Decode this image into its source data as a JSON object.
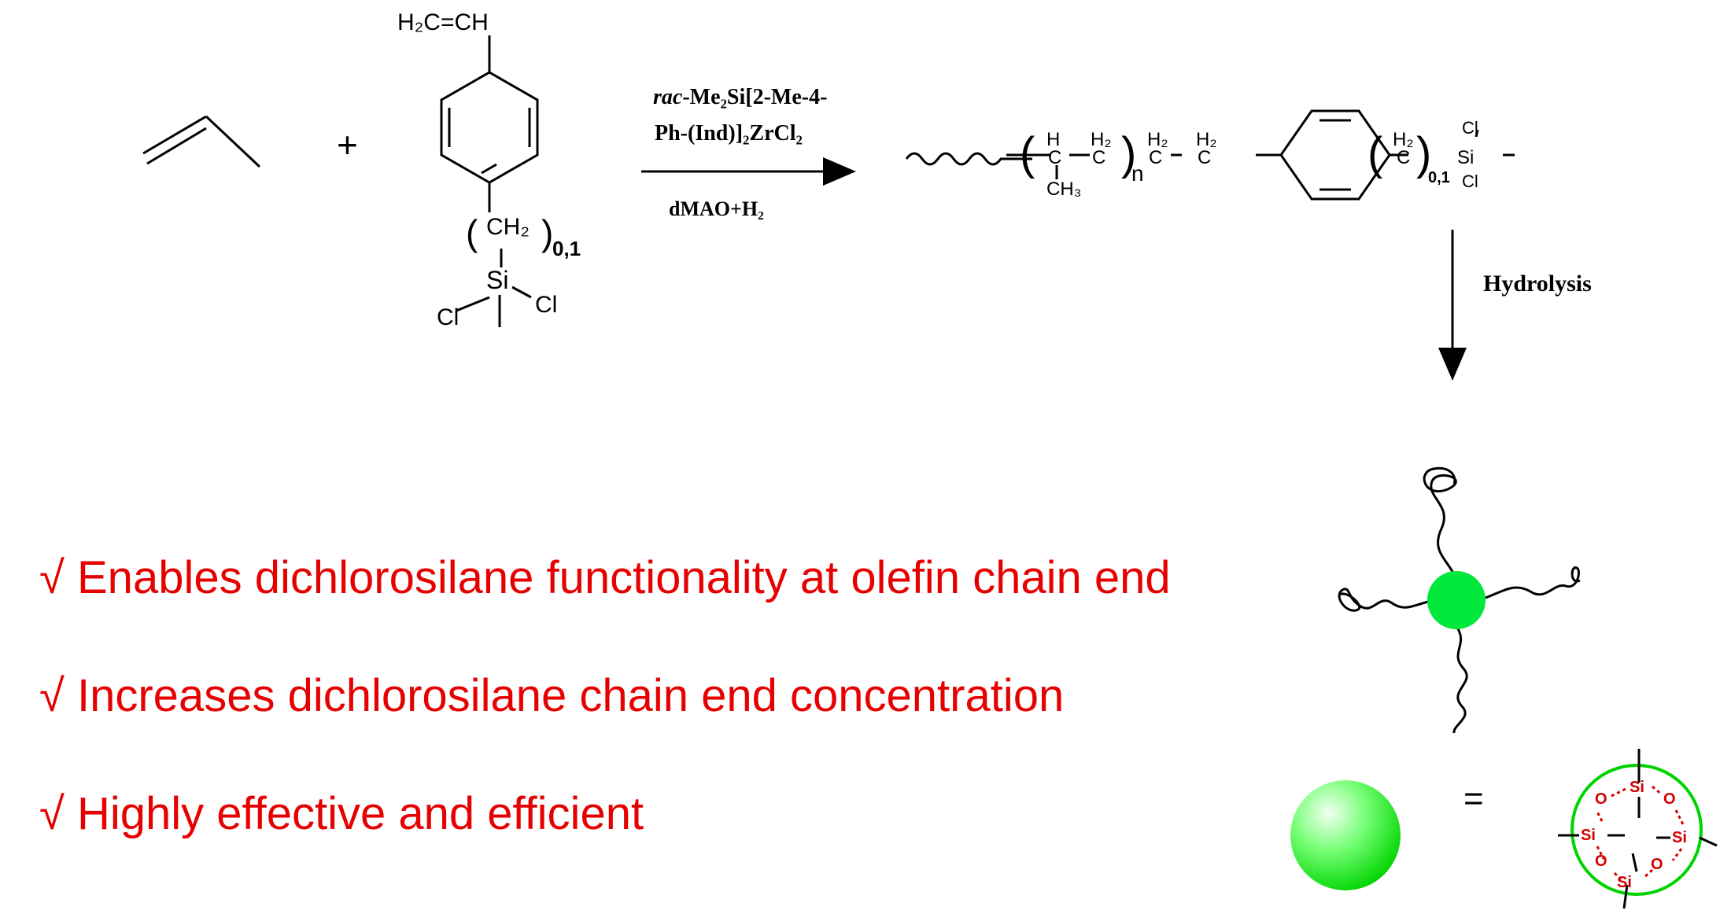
{
  "reactants": {
    "vinyl_top": "H₂C=CH",
    "ch2": "CH₂",
    "subscript": "0,1",
    "si": "Si",
    "cl": "Cl",
    "plus": "+"
  },
  "conditions": {
    "line1_italic": "rac",
    "line1_rest": "-Me₂Si[2-Me-4-",
    "line2": "Ph-(Ind)]₂ZrCl₂",
    "below": "dMAO+H₂"
  },
  "product": {
    "h": "H",
    "h2": "H₂",
    "c": "C",
    "ch3": "CH₃",
    "n": "n",
    "subscript": "0,1",
    "si": "Si",
    "cl": "Cl"
  },
  "hydrolysis_label": "Hydrolysis",
  "equals": "=",
  "siloxane": {
    "si": "Si",
    "o": "O"
  },
  "colors": {
    "bullet_text": "#e60000",
    "core_green": "#00e83a",
    "siloxane_red": "#d40000"
  },
  "bullets": [
    {
      "check": "√",
      "text": "Enables dichlorosilane functionality at olefin chain end"
    },
    {
      "check": "√",
      "text": "Increases dichlorosilane chain end concentration"
    },
    {
      "check": "√",
      "text": "Highly effective and efficient"
    }
  ]
}
